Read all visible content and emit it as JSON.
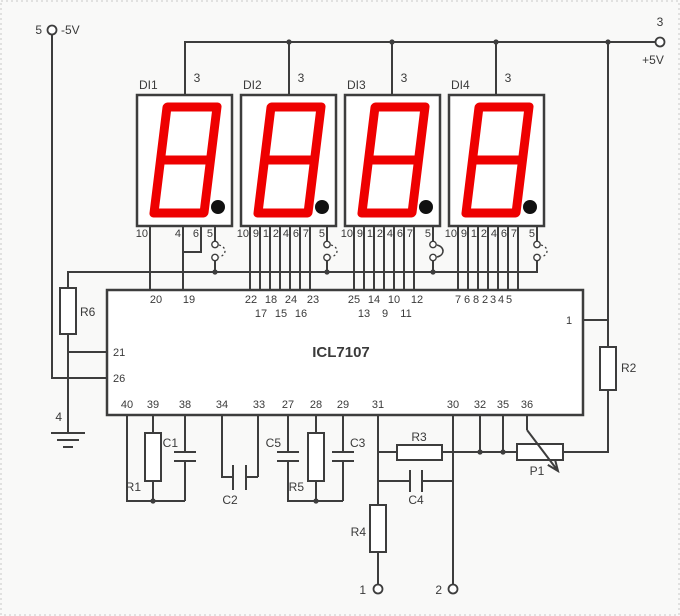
{
  "power": {
    "neg_terminal": {
      "pin": "5",
      "label": "-5V"
    },
    "pos_terminal": {
      "pin": "3",
      "label": "+5V"
    },
    "ground_pin": "4",
    "input_terminals": {
      "t1": "1",
      "t2": "2"
    }
  },
  "displays": [
    {
      "name": "DI1",
      "top_pin": "3",
      "digit": "8",
      "decimal_point": true,
      "dp_jumper": "open",
      "pins": [
        "10",
        "4",
        "6",
        "5"
      ]
    },
    {
      "name": "DI2",
      "top_pin": "3",
      "digit": "8",
      "decimal_point": true,
      "dp_jumper": "open",
      "pins": [
        "10",
        "9",
        "1",
        "2",
        "4",
        "6",
        "7",
        "5"
      ]
    },
    {
      "name": "DI3",
      "top_pin": "3",
      "digit": "8",
      "decimal_point": true,
      "dp_jumper": "closed",
      "pins": [
        "10",
        "9",
        "1",
        "2",
        "4",
        "6",
        "7",
        "5"
      ]
    },
    {
      "name": "DI4",
      "top_pin": "3",
      "digit": "8",
      "decimal_point": true,
      "dp_jumper": "open",
      "pins": [
        "10",
        "9",
        "1",
        "2",
        "4",
        "6",
        "7",
        "5"
      ]
    }
  ],
  "ic": {
    "name": "ICL7107",
    "top_pins_row1": [
      "20",
      "19",
      "22",
      "18",
      "24",
      "23",
      "25",
      "14",
      "10",
      "12",
      "7",
      "6",
      "8",
      "2",
      "3",
      "4",
      "5"
    ],
    "top_pins_row2": [
      "17",
      "15",
      "16",
      "13",
      "9",
      "11"
    ],
    "left_pins": [
      "21",
      "26"
    ],
    "right_pins": [
      "1"
    ],
    "bottom_pins": [
      "40",
      "39",
      "38",
      "34",
      "33",
      "27",
      "28",
      "29",
      "31",
      "30",
      "32",
      "35",
      "36"
    ]
  },
  "components": {
    "r1": "R1",
    "r2": "R2",
    "r3": "R3",
    "r4": "R4",
    "r5": "R5",
    "r6": "R6",
    "c1": "C1",
    "c2": "C2",
    "c3": "C3",
    "c4": "C4",
    "c5": "C5",
    "p1": "P1"
  },
  "colors": {
    "wire": "#3d3d3d",
    "segment_red": "#ee0000",
    "decimal_point": "#111111",
    "background": "#f9f9f8",
    "text": "#3a3a3a"
  }
}
